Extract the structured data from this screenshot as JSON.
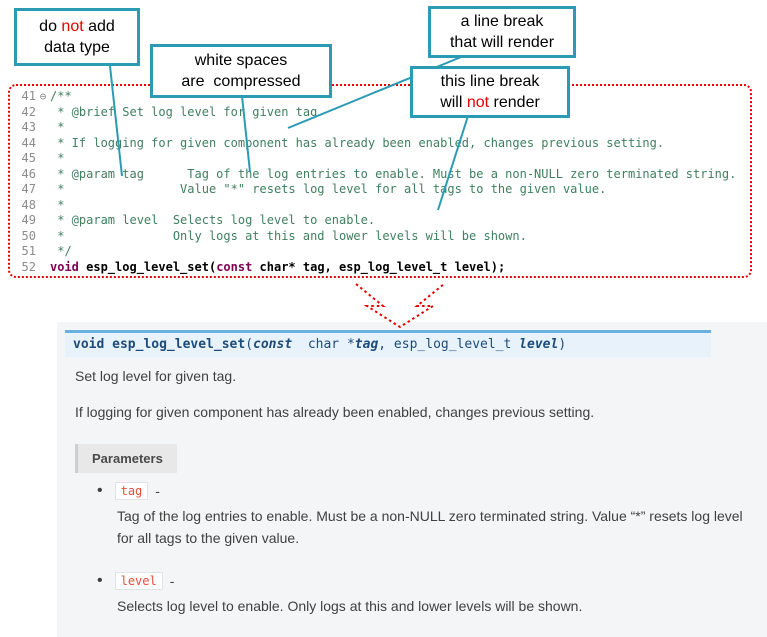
{
  "colors": {
    "teal": "#2b9bb3",
    "red": "#e60000",
    "comment": "#3f7f5f",
    "keyword": "#7f0055",
    "line-number": "#8b8b8b",
    "sig-bg": "#e7f2fa",
    "sig-border": "#6ab0de",
    "sig-text": "#1d4b7a",
    "param-red": "#e74c3c",
    "docs-bg": "#f4f5f6",
    "text": "#404040"
  },
  "callouts": [
    {
      "lines": [
        [
          {
            "t": "do "
          },
          {
            "t": "not",
            "c": "red"
          },
          {
            "t": " add"
          }
        ],
        [
          {
            "t": "data type"
          }
        ]
      ]
    },
    {
      "lines": [
        [
          {
            "t": "white spaces"
          }
        ],
        [
          {
            "t": "are  compressed"
          }
        ]
      ]
    },
    {
      "lines": [
        [
          {
            "t": "a line break"
          }
        ],
        [
          {
            "t": "that will render"
          }
        ]
      ]
    },
    {
      "lines": [
        [
          {
            "t": "this line break"
          }
        ],
        [
          {
            "t": "will "
          },
          {
            "t": "not",
            "c": "red"
          },
          {
            "t": " render"
          }
        ]
      ]
    }
  ],
  "code": {
    "lines": [
      {
        "n": "41",
        "fold": "⊖",
        "segs": [
          {
            "t": "/**",
            "c": "comment"
          }
        ]
      },
      {
        "n": "42",
        "segs": [
          {
            "t": " * @brief Set log level for given tag",
            "c": "comment"
          }
        ]
      },
      {
        "n": "43",
        "segs": [
          {
            "t": " *",
            "c": "comment"
          }
        ]
      },
      {
        "n": "44",
        "segs": [
          {
            "t": " * If logging for given component has already been enabled, changes previous setting.",
            "c": "comment"
          }
        ]
      },
      {
        "n": "45",
        "segs": [
          {
            "t": " *",
            "c": "comment"
          }
        ]
      },
      {
        "n": "46",
        "segs": [
          {
            "t": " * @param tag      Tag of the log entries to enable. Must be a non-NULL zero terminated string.",
            "c": "comment"
          }
        ]
      },
      {
        "n": "47",
        "segs": [
          {
            "t": " *                Value \"*\" resets log level for all tags to the given value.",
            "c": "comment"
          }
        ]
      },
      {
        "n": "48",
        "segs": [
          {
            "t": " *",
            "c": "comment"
          }
        ]
      },
      {
        "n": "49",
        "segs": [
          {
            "t": " * @param level  Selects log level to enable.",
            "c": "comment"
          }
        ]
      },
      {
        "n": "50",
        "segs": [
          {
            "t": " *               Only logs at this and lower levels will be shown.",
            "c": "comment"
          }
        ]
      },
      {
        "n": "51",
        "segs": [
          {
            "t": " */",
            "c": "comment"
          }
        ]
      },
      {
        "n": "52",
        "segs": [
          {
            "t": "void",
            "c": "kw"
          },
          {
            "t": " esp_log_level_set(",
            "c": "fn"
          },
          {
            "t": "const",
            "c": "kw"
          },
          {
            "t": " char* tag, esp_log_level_t level);",
            "c": "fn"
          }
        ]
      }
    ]
  },
  "docs": {
    "signature": [
      {
        "t": "void",
        "c": "kw"
      },
      {
        "t": " ",
        "c": "pl"
      },
      {
        "t": "esp_log_level_set",
        "c": "name"
      },
      {
        "t": "(",
        "c": "pl"
      },
      {
        "t": "const",
        "c": "kwit"
      },
      {
        "t": "  char *",
        "c": "pl"
      },
      {
        "t": "tag",
        "c": "param"
      },
      {
        "t": ", esp_log_level_t ",
        "c": "pl"
      },
      {
        "t": "level",
        "c": "param"
      },
      {
        "t": ")",
        "c": "pl"
      }
    ],
    "summary": "Set log level for given tag.",
    "detail": "If logging for given component has already been enabled, changes previous setting.",
    "parameters_label": "Parameters",
    "bullet_icon": "•",
    "params": [
      {
        "name": "tag",
        "sep": "-",
        "desc": "Tag of the log entries to enable. Must be a non-NULL zero terminated string. Value “*” resets log level for all tags to the given value."
      },
      {
        "name": "level",
        "sep": "-",
        "desc": "Selects log level to enable. Only logs at this and lower levels will be shown."
      }
    ]
  }
}
